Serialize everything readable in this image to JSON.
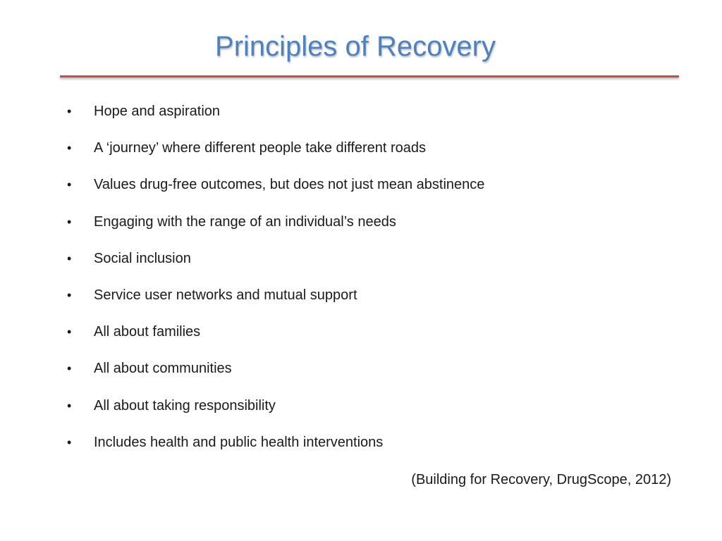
{
  "slide": {
    "title": "Principles of Recovery",
    "bullet_glyph": "•",
    "bullets": [
      "Hope and aspiration",
      "A ‘journey’ where different people take different roads",
      "Values drug-free outcomes, but does not just mean abstinence",
      "Engaging with the range of an individual’s needs",
      "Social inclusion",
      "Service user networks and mutual support",
      "All about families",
      "All about communities",
      "All about taking responsibility",
      "Includes health and public health interventions"
    ],
    "citation": "(Building for Recovery, DrugScope, 2012)"
  },
  "colors": {
    "title": "#4f81bd",
    "divider": "#c0504d",
    "text": "#1a1a1a",
    "background": "#ffffff"
  }
}
